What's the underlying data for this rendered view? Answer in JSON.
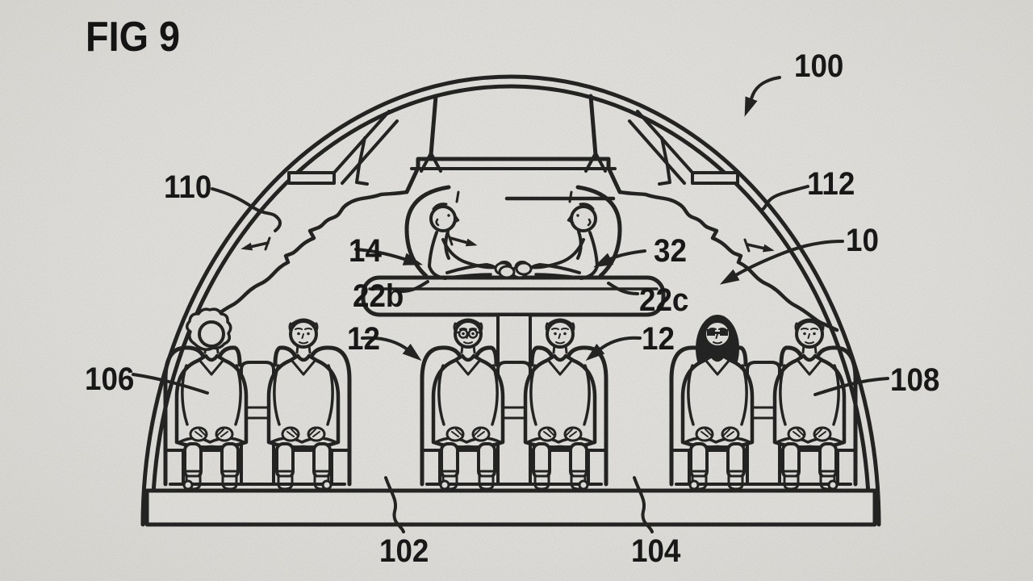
{
  "figure": {
    "title": "FIG 9",
    "kind": "patent-drawing",
    "subject": "aircraft fuselage cross-section with lower-deck passenger seats and elevated mezzanine seats"
  },
  "colors": {
    "paper": "#e9e7e3",
    "ink": "#1d1d1d"
  },
  "labels": {
    "fig": "FIG 9",
    "n100": "100",
    "n110": "110",
    "n112": "112",
    "n10": "10",
    "n14": "14",
    "n32": "32",
    "n22b": "22b",
    "n22c": "22c",
    "n12l": "12",
    "n12r": "12",
    "n106": "106",
    "n108": "108",
    "n102": "102",
    "n104": "104"
  }
}
